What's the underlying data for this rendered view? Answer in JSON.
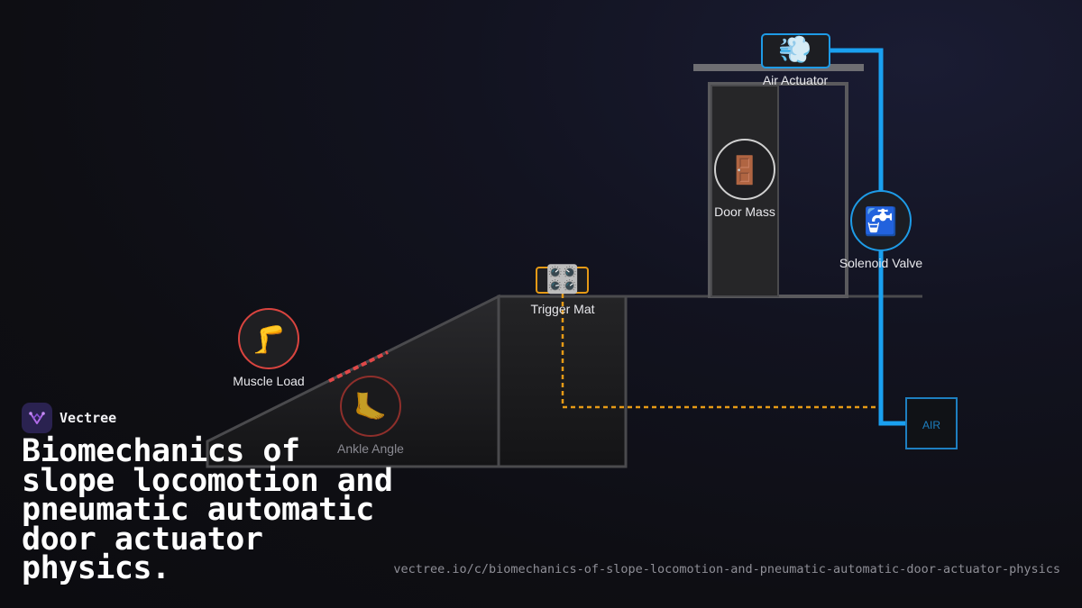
{
  "nodes": {
    "muscle_load": {
      "label": "Muscle Load",
      "icon": "leg-icon",
      "glyph": "🦵",
      "color": "#d9443f"
    },
    "ankle_angle": {
      "label": "Ankle Angle",
      "icon": "foot-icon",
      "glyph": "🦶",
      "color": "#8f2f2b"
    },
    "trigger_mat": {
      "label": "Trigger Mat",
      "icon": "control-knobs-icon",
      "glyph": "🎛️",
      "color": "#e69a16"
    },
    "door_mass": {
      "label": "Door Mass",
      "icon": "door-icon",
      "glyph": "🚪",
      "color": "#d0d0d0"
    },
    "air_actuator": {
      "label": "Air Actuator",
      "icon": "dash-air-icon",
      "glyph": "💨",
      "color": "#1e9be6"
    },
    "solenoid_valve": {
      "label": "Solenoid Valve",
      "icon": "faucet-icon",
      "glyph": "🚰",
      "color": "#1e9be6"
    },
    "air_tank": {
      "label": "AIR",
      "color": "#1e7fc0"
    }
  },
  "colors": {
    "pneumatic_line": "#1aa0f0",
    "signal_line": "#e69a16",
    "force_line": "#e04848",
    "structure": "#555558"
  },
  "brand": {
    "name": "Vectree",
    "icon": "vectree-logo-icon"
  },
  "title": "Biomechanics of slope locomotion and pneumatic automatic door actuator physics.",
  "url": "vectree.io/c/biomechanics-of-slope-locomotion-and-pneumatic-automatic-door-actuator-physics"
}
